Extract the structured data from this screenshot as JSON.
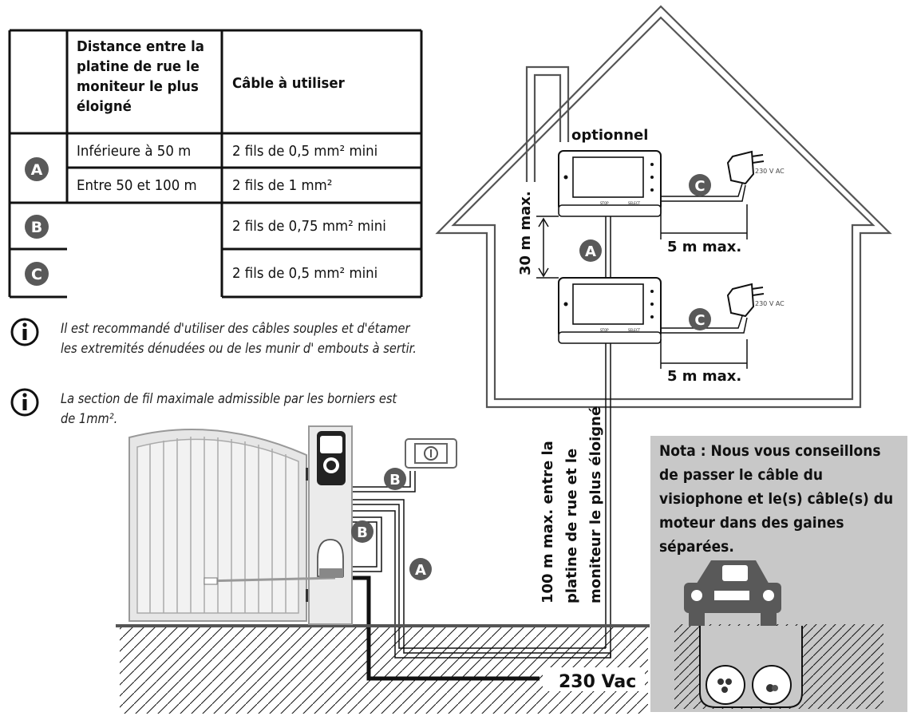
{
  "table": {
    "header_distance": "Distance entre la platine de rue le moniteur le plus éloigné",
    "header_cable": "Câble à utiliser",
    "rows": [
      {
        "key": "A",
        "distance": "Inférieure à 50 m",
        "cable": "2 fils de 0,5 mm² mini"
      },
      {
        "key": "A",
        "distance": "Entre 50 et 100 m",
        "cable": "2 fils de 1 mm²"
      },
      {
        "key": "B",
        "distance": "",
        "cable": "2 fils de 0,75 mm² mini"
      },
      {
        "key": "C",
        "distance": "",
        "cable": "2 fils de 0,5 mm² mini"
      }
    ]
  },
  "notes": [
    "Il est recommandé d'utiliser des câbles souples et d'étamer les extremités dénudées ou de les munir d' embouts à sertir.",
    "La section de fil maximale admissible par les borniers est de 1mm²."
  ],
  "house": {
    "optional_label": "optionnel",
    "monitor_spacing": "30 m max.",
    "adapter_label": "230 V AC",
    "adapter_distance": "5 m max.",
    "monitor_buttons": [
      "STOP",
      "SELECT"
    ]
  },
  "markers": {
    "A": "A",
    "B": "B",
    "C": "C"
  },
  "street": {
    "max_distance_line1": "100 m max. entre la",
    "max_distance_line2": "platine de rue et le",
    "max_distance_line3": "moniteur le plus éloigné",
    "mains_label": "230 Vac"
  },
  "nota": {
    "text": "Nota : Nous vous conseillons de passer le câble du visiophone et le(s) câble(s) du moteur dans des gaines séparées."
  },
  "colors": {
    "marker_fill": "#595959",
    "nota_bg": "#c8c8c8",
    "line": "#111111"
  }
}
